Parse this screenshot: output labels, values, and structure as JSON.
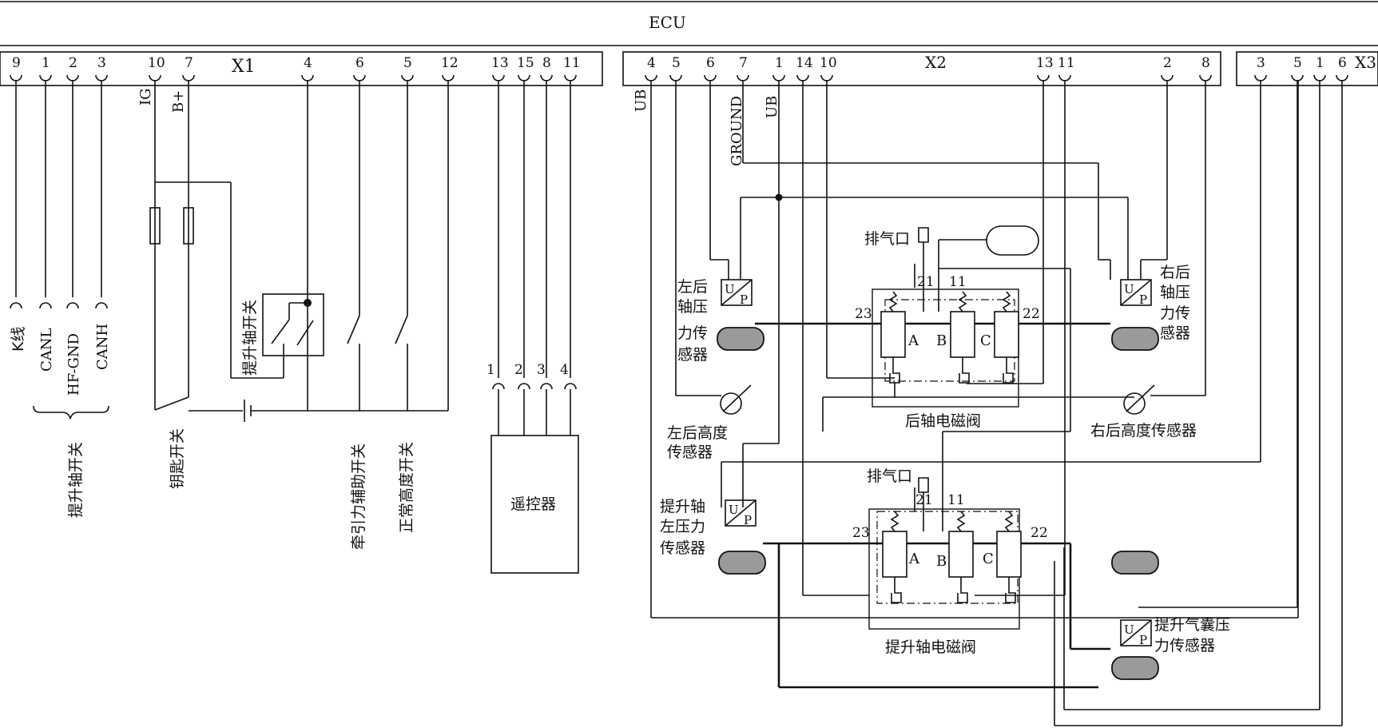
{
  "ecu_label": "ECU",
  "connectors": {
    "x1": "X1",
    "x2": "X2",
    "x3": "X3"
  },
  "x1_pins": [
    "9",
    "1",
    "2",
    "3",
    "10",
    "7",
    "4",
    "6",
    "5",
    "12",
    "13",
    "15",
    "8",
    "11"
  ],
  "x2_pins": [
    "4",
    "5",
    "6",
    "7",
    "1",
    "14",
    "10",
    "13",
    "11",
    "2",
    "8"
  ],
  "x3_pins": [
    "3",
    "5",
    "1",
    "6"
  ],
  "signals": {
    "k_line": "K线",
    "canl": "CANL",
    "hf_gnd": "HF-GND",
    "canh": "CANH",
    "ig": "IG",
    "b_plus": "B+",
    "ub_left": "UB",
    "ground": "GROUND",
    "ub_right": "UB"
  },
  "labels": {
    "lift_axle_switch_group": "提升轴开关",
    "lift_axle_switch": "提升轴开关",
    "key_switch": "钥匙开关",
    "traction_aux_switch": "牵引力辅助开关",
    "normal_height_switch": "正常高度开关",
    "remote": "遥控器",
    "remote_pins": [
      "1",
      "2",
      "3",
      "4"
    ],
    "exhaust_1": "排气口",
    "exhaust_2": "排气口",
    "rear_axle_valve": "后轴电磁阀",
    "lift_axle_valve": "提升轴电磁阀",
    "left_rear_height_sensor": [
      "左后高度",
      "传感器"
    ],
    "right_rear_height_sensor": "右后高度传感器",
    "left_rear_axle_pressure": [
      "左后",
      "轴压",
      "力传",
      "感器"
    ],
    "right_rear_axle_pressure": [
      "右后",
      "轴压",
      "力传",
      "感器"
    ],
    "lift_axle_left_pressure": [
      "提升轴",
      "左压力",
      "传感器"
    ],
    "lift_bag_pressure": [
      "提升气囊压",
      "力传感器"
    ],
    "port_21": "21",
    "port_11": "11",
    "port_23": "23",
    "port_22": "22",
    "valve_a": "A",
    "valve_b": "B",
    "valve_c": "C",
    "up_u": "U",
    "up_p": "P"
  }
}
